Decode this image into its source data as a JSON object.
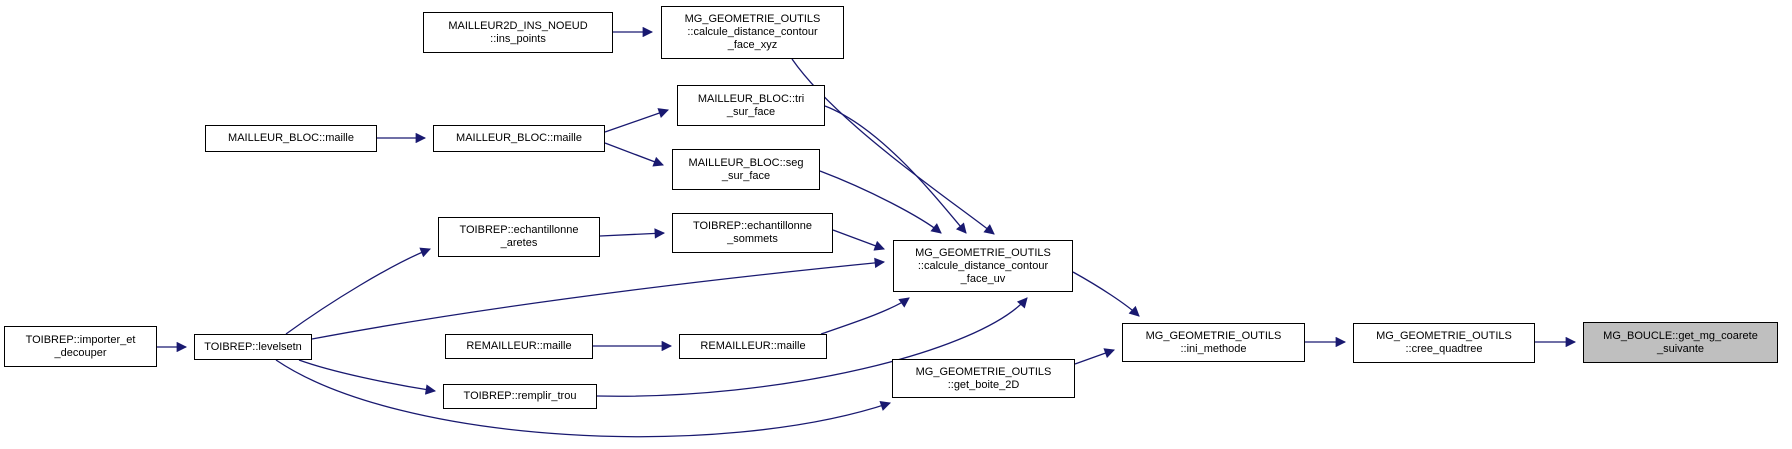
{
  "diagram": {
    "type": "call-graph",
    "background_color": "#ffffff",
    "edge_color": "#191970",
    "node_fill_color": "#ffffff",
    "node_border_color": "#000000",
    "highlight_fill_color": "#bfbfbf",
    "nodes": [
      {
        "id": "ins_points",
        "label": "MAILLEUR2D_INS_NOEUD\n::ins_points"
      },
      {
        "id": "face_xyz",
        "label": "MG_GEOMETRIE_OUTILS\n::calcule_distance_contour\n_face_xyz"
      },
      {
        "id": "mailleur_bloc_maille_1",
        "label": "MAILLEUR_BLOC::maille"
      },
      {
        "id": "mailleur_bloc_maille_2",
        "label": "MAILLEUR_BLOC::maille"
      },
      {
        "id": "tri_sur_face",
        "label": "MAILLEUR_BLOC::tri\n_sur_face"
      },
      {
        "id": "seg_sur_face",
        "label": "MAILLEUR_BLOC::seg\n_sur_face"
      },
      {
        "id": "echantillonne_aretes",
        "label": "TOIBREP::echantillonne\n_aretes"
      },
      {
        "id": "echantillonne_sommets",
        "label": "TOIBREP::echantillonne\n_sommets"
      },
      {
        "id": "face_uv",
        "label": "MG_GEOMETRIE_OUTILS\n::calcule_distance_contour\n_face_uv"
      },
      {
        "id": "importer_et_decouper",
        "label": "TOIBREP::importer_et\n_decouper"
      },
      {
        "id": "levelsetn",
        "label": "TOIBREP::levelsetn"
      },
      {
        "id": "remailleur_maille_1",
        "label": "REMAILLEUR::maille"
      },
      {
        "id": "remailleur_maille_2",
        "label": "REMAILLEUR::maille"
      },
      {
        "id": "remplir_trou",
        "label": "TOIBREP::remplir_trou"
      },
      {
        "id": "get_boite_2d",
        "label": "MG_GEOMETRIE_OUTILS\n::get_boite_2D"
      },
      {
        "id": "ini_methode",
        "label": "MG_GEOMETRIE_OUTILS\n::ini_methode"
      },
      {
        "id": "cree_quadtree",
        "label": "MG_GEOMETRIE_OUTILS\n::cree_quadtree"
      },
      {
        "id": "get_mg_coarete_suivante",
        "label": "MG_BOUCLE::get_mg_coarete\n_suivante",
        "highlighted": true
      }
    ],
    "edges": [
      {
        "from": "ins_points",
        "to": "face_xyz"
      },
      {
        "from": "face_xyz",
        "to": "face_uv"
      },
      {
        "from": "mailleur_bloc_maille_1",
        "to": "mailleur_bloc_maille_2"
      },
      {
        "from": "mailleur_bloc_maille_2",
        "to": "tri_sur_face"
      },
      {
        "from": "mailleur_bloc_maille_2",
        "to": "seg_sur_face"
      },
      {
        "from": "tri_sur_face",
        "to": "face_uv"
      },
      {
        "from": "seg_sur_face",
        "to": "face_uv"
      },
      {
        "from": "echantillonne_aretes",
        "to": "echantillonne_sommets"
      },
      {
        "from": "echantillonne_sommets",
        "to": "face_uv"
      },
      {
        "from": "importer_et_decouper",
        "to": "levelsetn"
      },
      {
        "from": "levelsetn",
        "to": "echantillonne_aretes"
      },
      {
        "from": "levelsetn",
        "to": "face_uv"
      },
      {
        "from": "levelsetn",
        "to": "remplir_trou"
      },
      {
        "from": "levelsetn",
        "to": "get_boite_2d"
      },
      {
        "from": "remailleur_maille_1",
        "to": "remailleur_maille_2"
      },
      {
        "from": "remailleur_maille_2",
        "to": "face_uv"
      },
      {
        "from": "remplir_trou",
        "to": "face_uv"
      },
      {
        "from": "face_uv",
        "to": "ini_methode"
      },
      {
        "from": "get_boite_2d",
        "to": "ini_methode"
      },
      {
        "from": "ini_methode",
        "to": "cree_quadtree"
      },
      {
        "from": "cree_quadtree",
        "to": "get_mg_coarete_suivante"
      }
    ]
  }
}
